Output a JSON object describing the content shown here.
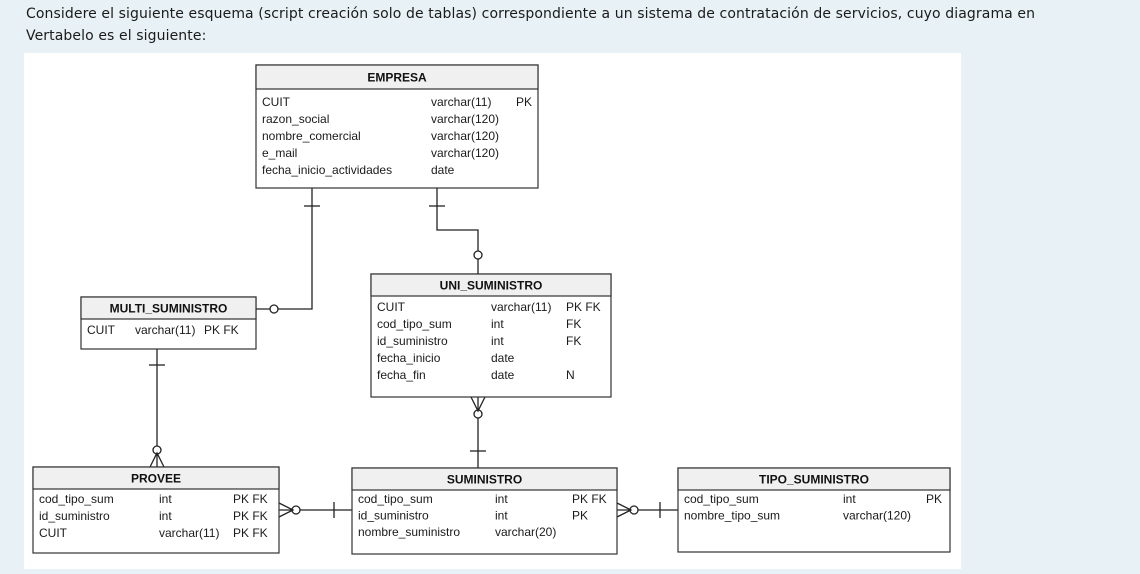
{
  "intro": {
    "line1": "Considere el siguiente esquema  (script creación solo de tablas) correspondiente a un sistema de contratación de servicios, cuyo diagrama en",
    "line2": "Vertabelo es el siguiente:"
  },
  "diagram": {
    "entities": [
      {
        "key": "empresa",
        "title": "EMPRESA",
        "rows": [
          {
            "name": "CUIT",
            "type": "varchar(11)",
            "keys": "PK"
          },
          {
            "name": "razon_social",
            "type": "varchar(120)",
            "keys": ""
          },
          {
            "name": "nombre_comercial",
            "type": "varchar(120)",
            "keys": ""
          },
          {
            "name": "e_mail",
            "type": "varchar(120)",
            "keys": ""
          },
          {
            "name": "fecha_inicio_actividades",
            "type": "date",
            "keys": ""
          }
        ]
      },
      {
        "key": "uni_suministro",
        "title": "UNI_SUMINISTRO",
        "rows": [
          {
            "name": "CUIT",
            "type": "varchar(11)",
            "keys": "PK FK"
          },
          {
            "name": "cod_tipo_sum",
            "type": "int",
            "keys": "FK"
          },
          {
            "name": "id_suministro",
            "type": "int",
            "keys": "FK"
          },
          {
            "name": "fecha_inicio",
            "type": "date",
            "keys": ""
          },
          {
            "name": "fecha_fin",
            "type": "date",
            "keys": "N"
          }
        ]
      },
      {
        "key": "multi_suministro",
        "title": "MULTI_SUMINISTRO",
        "rows": [
          {
            "name": "CUIT",
            "type": "varchar(11)",
            "keys": "PK FK"
          }
        ]
      },
      {
        "key": "provee",
        "title": "PROVEE",
        "rows": [
          {
            "name": "cod_tipo_sum",
            "type": "int",
            "keys": "PK FK"
          },
          {
            "name": "id_suministro",
            "type": "int",
            "keys": "PK FK"
          },
          {
            "name": "CUIT",
            "type": "varchar(11)",
            "keys": "PK FK"
          }
        ]
      },
      {
        "key": "suministro",
        "title": "SUMINISTRO",
        "rows": [
          {
            "name": "cod_tipo_sum",
            "type": "int",
            "keys": "PK FK"
          },
          {
            "name": "id_suministro",
            "type": "int",
            "keys": "PK"
          },
          {
            "name": "nombre_suministro",
            "type": "varchar(20)",
            "keys": ""
          }
        ]
      },
      {
        "key": "tipo_suministro",
        "title": "TIPO_SUMINISTRO",
        "rows": [
          {
            "name": "cod_tipo_sum",
            "type": "int",
            "keys": "PK"
          },
          {
            "name": "nombre_tipo_sum",
            "type": "varchar(120)",
            "keys": ""
          }
        ]
      }
    ],
    "relationships": [
      {
        "from": "empresa",
        "to": "multi_suministro",
        "from_end": "one",
        "to_end": "zero-or-one"
      },
      {
        "from": "empresa",
        "to": "uni_suministro",
        "from_end": "one",
        "to_end": "zero-or-one"
      },
      {
        "from": "multi_suministro",
        "to": "provee",
        "from_end": "one",
        "to_end": "zero-or-many"
      },
      {
        "from": "suministro",
        "to": "uni_suministro",
        "from_end": "one",
        "to_end": "zero-or-many"
      },
      {
        "from": "suministro",
        "to": "provee",
        "from_end": "one",
        "to_end": "zero-or-many"
      },
      {
        "from": "tipo_suministro",
        "to": "suministro",
        "from_end": "one",
        "to_end": "zero-or-many"
      }
    ],
    "colors": {
      "header_fill": "#f0f0f0",
      "border": "#333333",
      "line": "#222222"
    }
  }
}
